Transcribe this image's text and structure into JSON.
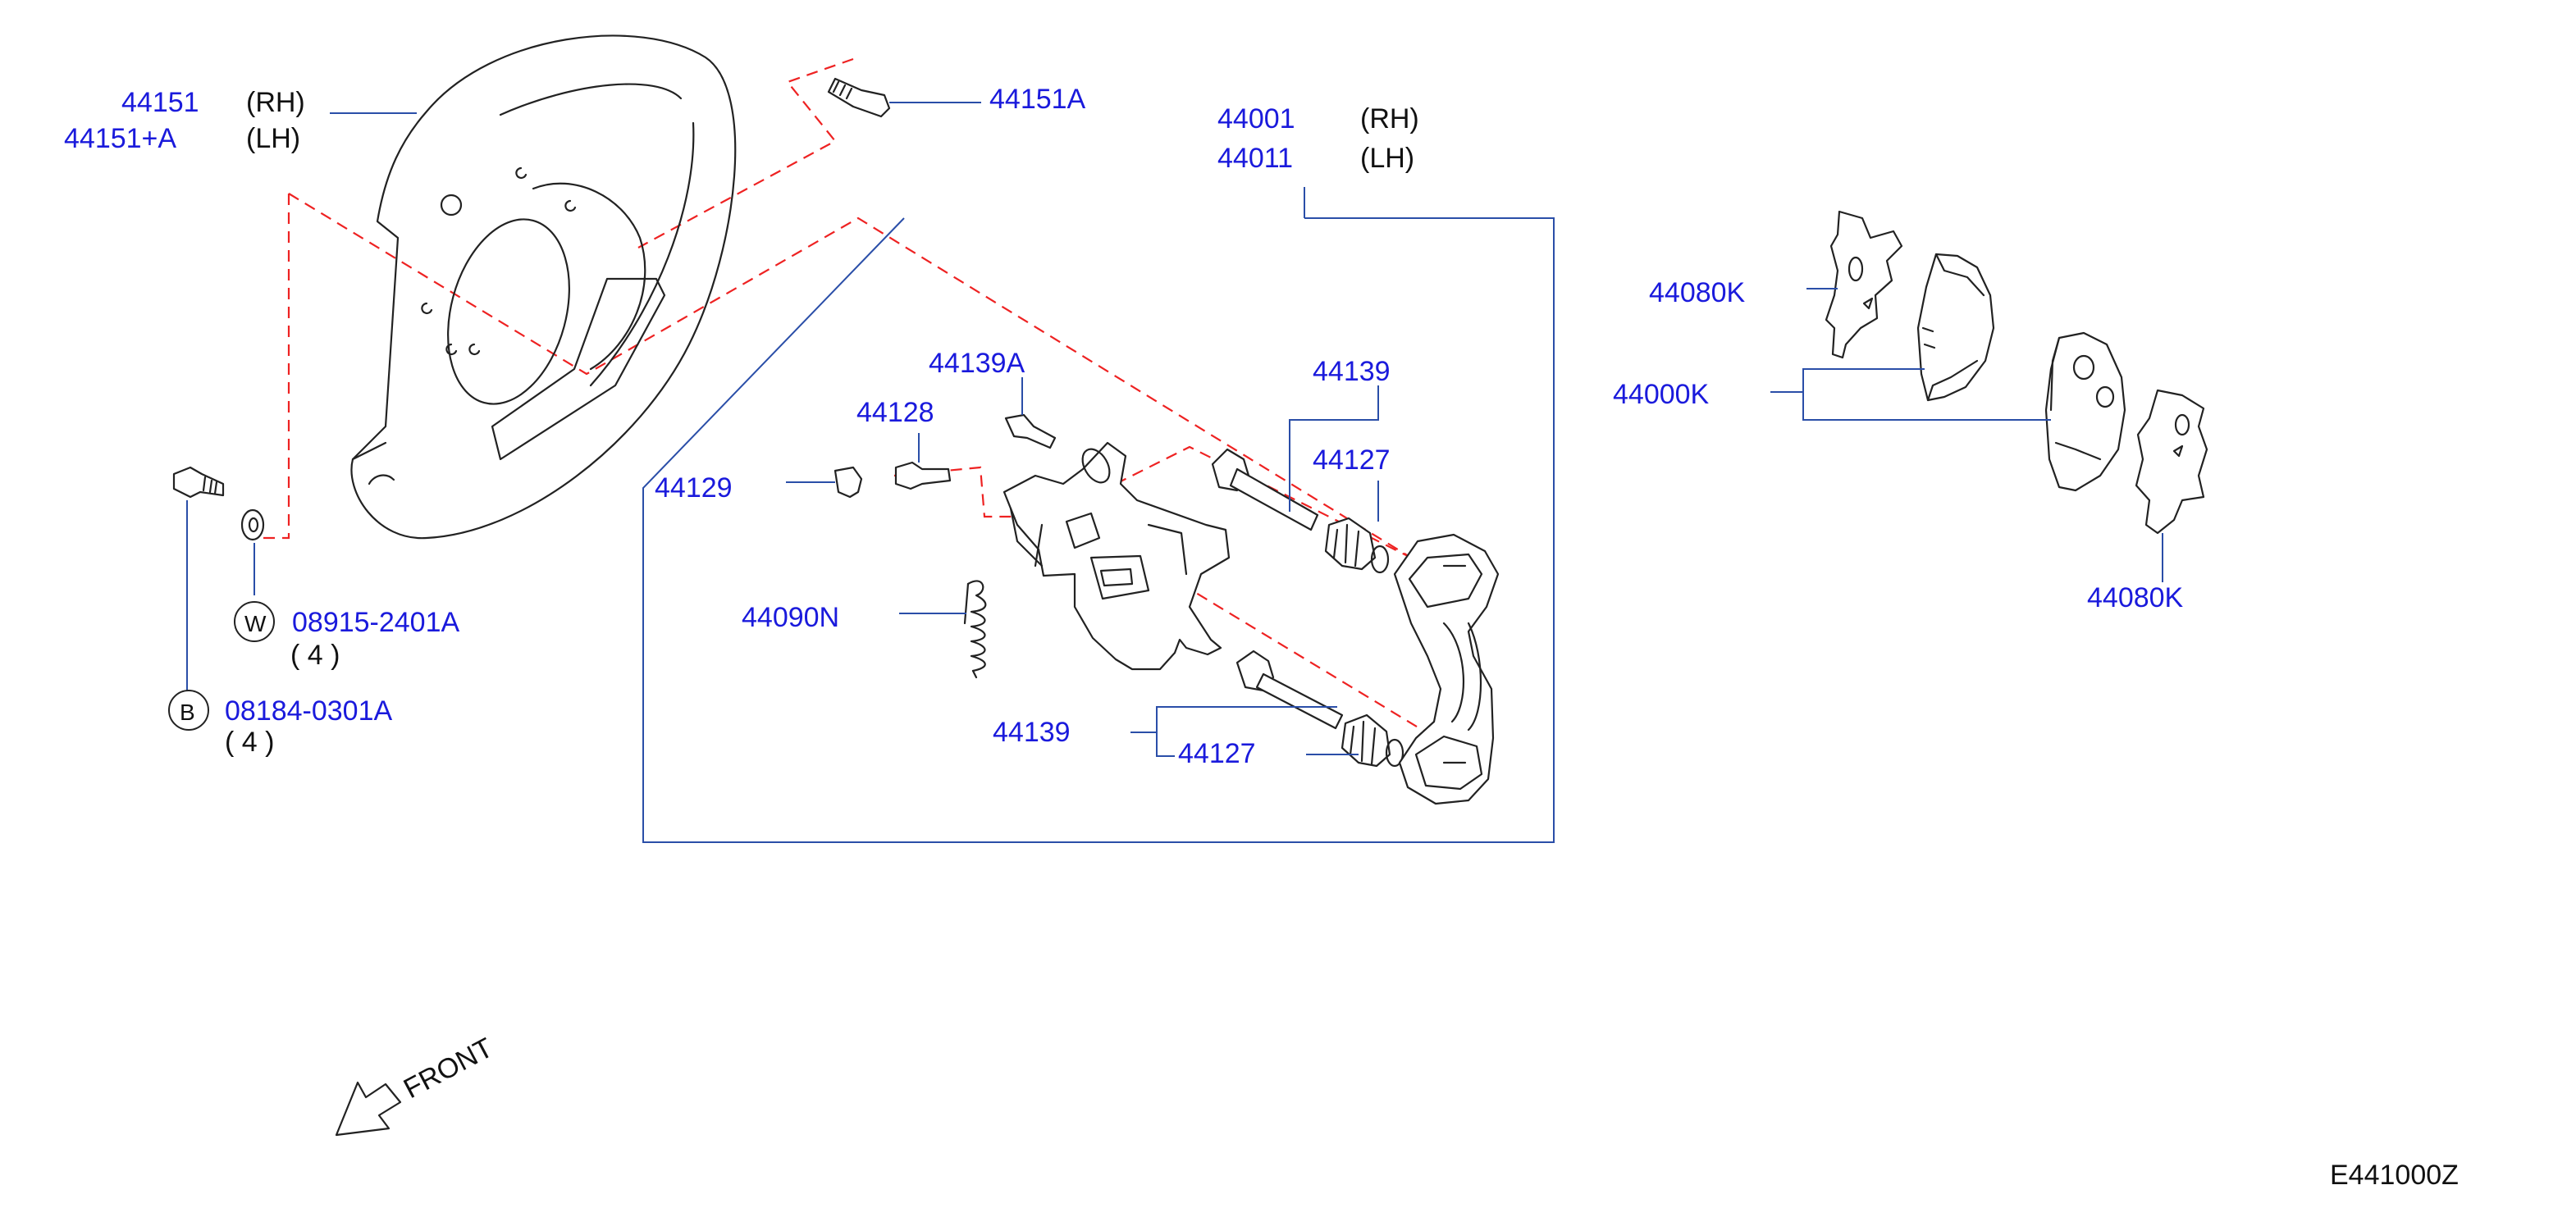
{
  "colors": {
    "part_number": "#1a1adc",
    "leader": "#2a4ea8",
    "assembly_line": "#ee2222",
    "drawing": "#222222"
  },
  "labels": {
    "baffle_rh": "44151",
    "baffle_lh": "44151+A",
    "rh": "(RH)",
    "lh": "(LH)",
    "baffle_bolt": "44151A",
    "caliper_rh": "44001",
    "caliper_lh": "44011",
    "caliper_rh_side": "(RH)",
    "caliper_lh_side": "(LH)",
    "bleeder_bolt": "44139A",
    "bleeder_screw": "44128",
    "bleeder_cap": "44129",
    "spring": "44090N",
    "pin_bolt_upper": "44139",
    "pin_boot_upper": "44127",
    "pin_bolt_lower": "44139",
    "pin_boot_lower": "44127",
    "shim_upper": "44080K",
    "pad_kit": "44000K",
    "shim_lower": "44080K",
    "washer": "08915-2401A",
    "washer_code": "W",
    "washer_qty": "( 4 )",
    "bolt": "08184-0301A",
    "bolt_code": "B",
    "bolt_qty": "( 4 )",
    "front": "FRONT",
    "diagram_id": "E441000Z"
  }
}
